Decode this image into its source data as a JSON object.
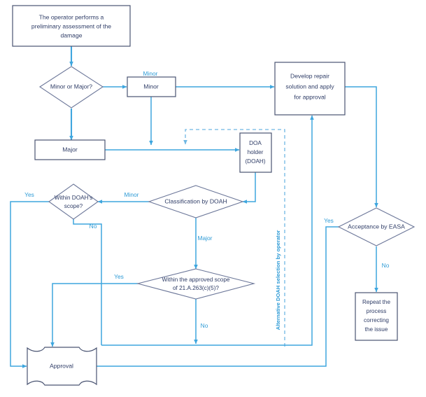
{
  "diagram": {
    "title": "Repair approval process flowchart",
    "colors": {
      "edge": "#3EA6DE",
      "edge_dashed": "#6FB7E3",
      "node_border": "#4A5472",
      "diamond_border": "#6C7799",
      "node_text": "#2E3C66",
      "label_text": "#2E9BD6",
      "background": "#FFFFFF"
    },
    "nodes": [
      {
        "id": "preliminary",
        "type": "process",
        "lines": [
          "The operator performs a",
          "preliminary assessment of the",
          "damage"
        ]
      },
      {
        "id": "minor_major",
        "type": "decision",
        "lines": [
          "Minor or Major?"
        ]
      },
      {
        "id": "minor",
        "type": "process",
        "lines": [
          "Minor"
        ]
      },
      {
        "id": "major",
        "type": "process",
        "lines": [
          "Major"
        ]
      },
      {
        "id": "doa_holder",
        "type": "process",
        "lines": [
          "DOA",
          "holder",
          "(DOAH)"
        ]
      },
      {
        "id": "develop",
        "type": "process",
        "lines": [
          "Develop repair",
          "solution and apply",
          "for approval"
        ]
      },
      {
        "id": "classification",
        "type": "decision",
        "lines": [
          "Classification by DOAH"
        ]
      },
      {
        "id": "within_doah",
        "type": "decision",
        "lines": [
          "Within DOAH’s",
          "scope?"
        ]
      },
      {
        "id": "within_scope",
        "type": "decision",
        "lines": [
          "Within the approved scope",
          "of 21.A.263(c)(5)?"
        ]
      },
      {
        "id": "acceptance",
        "type": "decision",
        "lines": [
          "Acceptance by EASA"
        ]
      },
      {
        "id": "repeat",
        "type": "process",
        "lines": [
          "Repeat the",
          "process",
          "correcting",
          "the issue"
        ]
      },
      {
        "id": "approval",
        "type": "terminator_notched",
        "lines": [
          "Approval"
        ]
      }
    ],
    "edge_labels": [
      {
        "id": "lbl-minor-branch",
        "text": "Minor"
      },
      {
        "id": "lbl-classify-minor",
        "text": "Minor"
      },
      {
        "id": "lbl-classify-major",
        "text": "Major"
      },
      {
        "id": "lbl-doah-yes",
        "text": "Yes"
      },
      {
        "id": "lbl-doah-no",
        "text": "No"
      },
      {
        "id": "lbl-scope-yes",
        "text": "Yes"
      },
      {
        "id": "lbl-scope-no",
        "text": "No"
      },
      {
        "id": "lbl-easa-yes",
        "text": "Yes"
      },
      {
        "id": "lbl-easa-no",
        "text": "No"
      }
    ],
    "annotations": [
      {
        "id": "alternative-doah-note",
        "text": "Alternative DOAH selection by operator",
        "orientation": "vertical"
      }
    ]
  }
}
